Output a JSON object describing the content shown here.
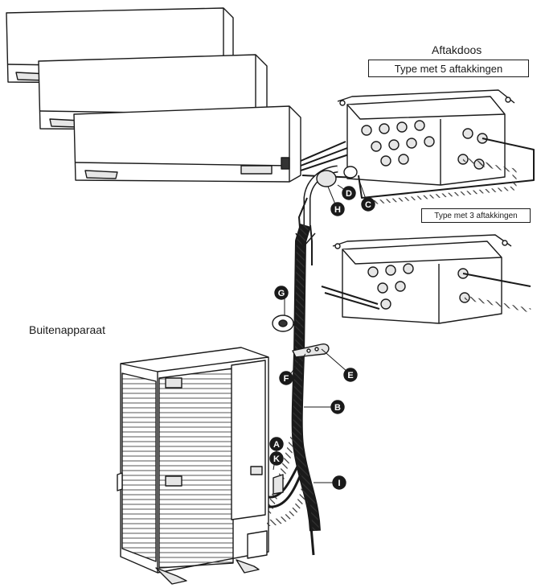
{
  "labels": {
    "branch_box": "Aftakdoos",
    "type5": "Type met 5 aftakkingen",
    "type3": "Type met 3 aftakkingen",
    "outdoor": "Buitenapparaat"
  },
  "callouts": {
    "A": "A",
    "B": "B",
    "C": "C",
    "D": "D",
    "E": "E",
    "F": "F",
    "G": "G",
    "H": "H",
    "I": "I",
    "K": "K"
  },
  "colors": {
    "ink": "#1a1a1a",
    "fill": "#ffffff",
    "shade": "#e6e6e6"
  }
}
